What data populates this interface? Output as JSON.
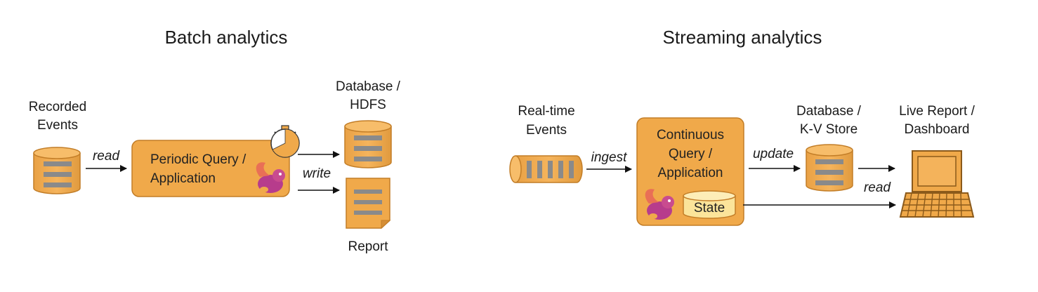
{
  "sections": {
    "batch": {
      "title": "Batch analytics",
      "source": [
        "Recorded",
        "Events"
      ],
      "read": "read",
      "query": [
        "Periodic Query /",
        "Application"
      ],
      "write": "write",
      "database": [
        "Database /",
        "HDFS"
      ],
      "report": "Report"
    },
    "streaming": {
      "title": "Streaming analytics",
      "source": [
        "Real-time",
        "Events"
      ],
      "ingest": "ingest",
      "query": [
        "Continuous",
        "Query /",
        "Application"
      ],
      "state": "State",
      "update": "update",
      "database": [
        "Database /",
        "K-V Store"
      ],
      "read": "read",
      "dashboard": [
        "Live Report /",
        "Dashboard"
      ]
    }
  },
  "colors": {
    "fill": "#F0A94A",
    "stroke": "#C27D27",
    "stripe": "#8A8A8A",
    "state_fill": "#FBE49A"
  },
  "icons": [
    "stopwatch-icon",
    "squirrel-logo-icon",
    "monitor-icon",
    "keyboard-icon"
  ]
}
